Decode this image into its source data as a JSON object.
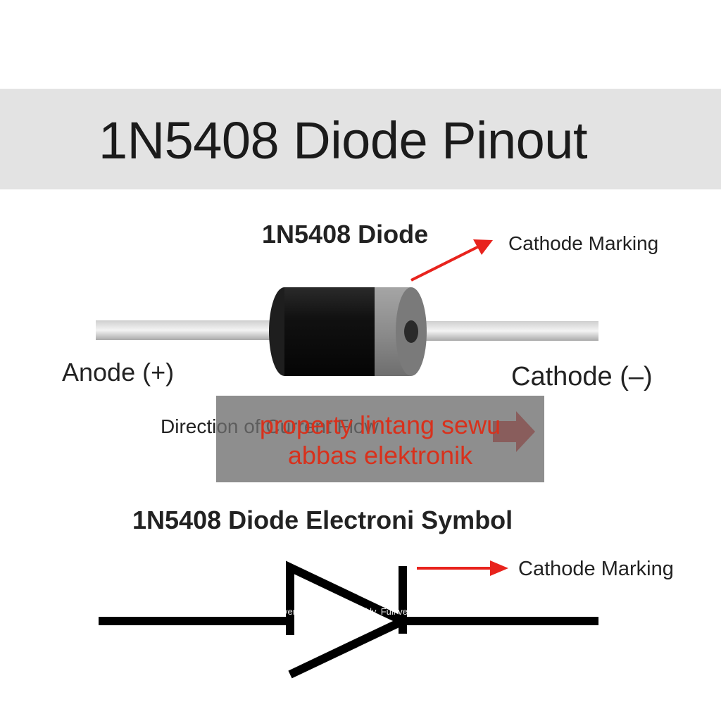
{
  "header": {
    "title": "1N5408 Diode Pinout"
  },
  "component": {
    "title": "1N5408 Diode",
    "cathode_marking": "Cathode Marking",
    "anode_label": "Anode (+)",
    "cathode_label": "Cathode (–)",
    "current_flow_label": "Direction of Current Flow"
  },
  "symbol_section": {
    "title": "1N5408 Diode Electroni Symbol",
    "cathode_marking": "Cathode Marking"
  },
  "watermarks": {
    "line1": "property lintang sewu",
    "line2": "abbas elektronik",
    "small": "Protected with free version of Watermarkly. Full version doesn't put this mark."
  },
  "colors": {
    "banner_bg": "#e3e3e3",
    "arrow": "#e8231d",
    "diode_body": "#141414",
    "cathode_band": "#8a8a8a",
    "watermark_text": "#d8311c"
  }
}
